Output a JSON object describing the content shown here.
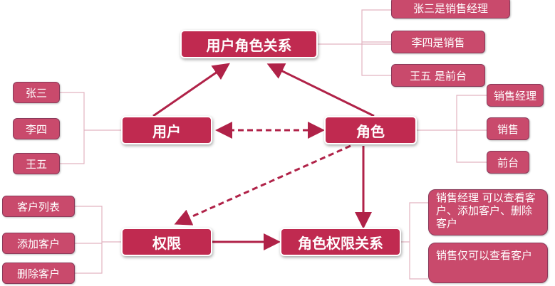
{
  "main": {
    "user_role": "用户角色关系",
    "user": "用户",
    "role": "角色",
    "permission": "权限",
    "role_permission": "角色权限关系"
  },
  "users": [
    "张三",
    "李四",
    "王五"
  ],
  "user_roles": [
    "张三是销售经理",
    "李四是销售",
    "王五 是前台"
  ],
  "roles": [
    "销售经理",
    "销售",
    "前台"
  ],
  "permissions": [
    "客户列表",
    "添加客户",
    "删除客户"
  ],
  "role_permissions": [
    "销售经理 可以查看客户、添加客户、删除客户",
    "销售仅可以查看客户"
  ],
  "colors": {
    "main": "#c02a50",
    "leaf": "#c94a6c",
    "line": "#e8b8c4"
  }
}
